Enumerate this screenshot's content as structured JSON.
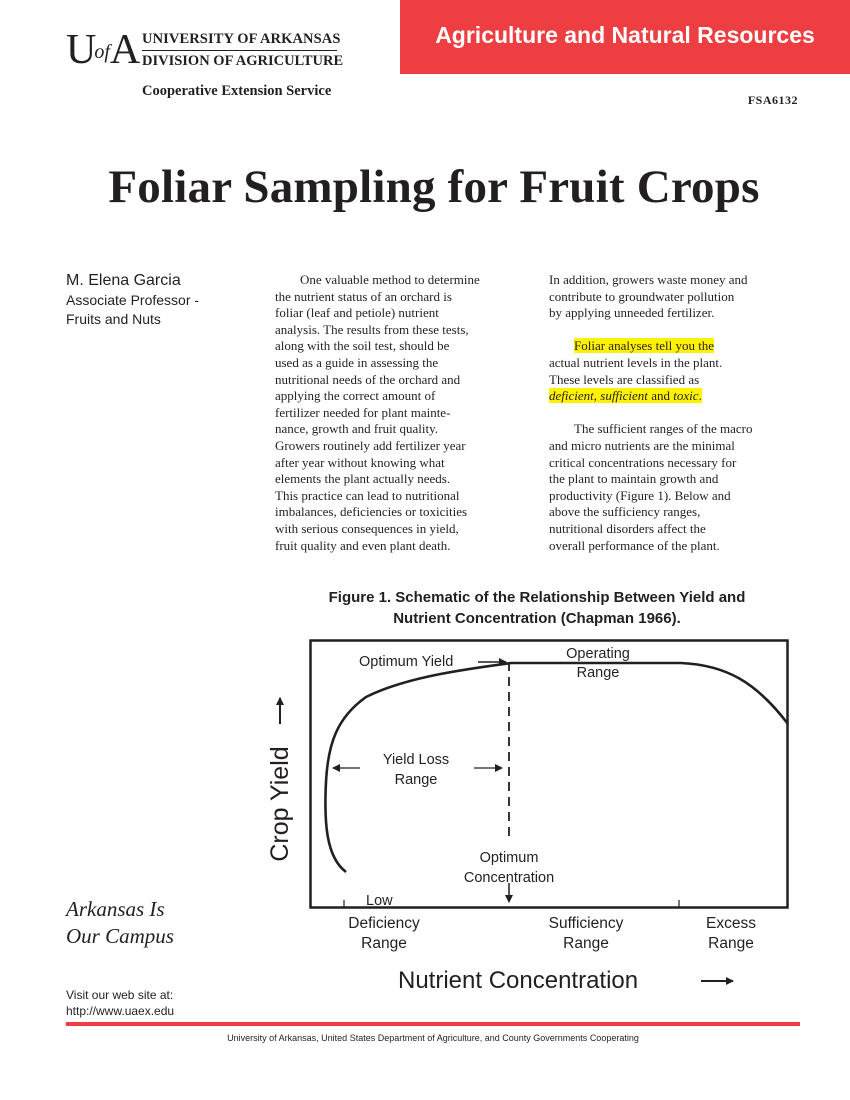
{
  "header": {
    "banner_text": "Agriculture and Natural Resources",
    "logo_mark_u": "U",
    "logo_mark_of": "of",
    "logo_mark_a": "A",
    "university": "UNIVERSITY OF ARKANSAS",
    "division": "DIVISION OF AGRICULTURE",
    "service": "Cooperative Extension Service",
    "publication_number": "FSA6132",
    "banner_color": "#ee3e42"
  },
  "title": "Foliar Sampling for Fruit Crops",
  "author": {
    "name": "M. Elena Garcia",
    "role_line1": "Associate Professor -",
    "role_line2": "Fruits and Nuts"
  },
  "body": {
    "col1_lines": [
      "One valuable method to determine",
      "the nutrient status of an orchard is",
      "foliar (leaf and petiole) nutrient",
      "analysis. The results from these tests,",
      "along with the soil test, should be",
      "used as a guide in assessing the",
      "nutritional needs of the orchard and",
      "applying the correct amount of",
      "fertilizer needed for plant mainte-",
      "nance, growth and fruit quality.",
      "Growers routinely add fertilizer year",
      "after year without knowing what",
      "elements the plant actually needs.",
      "This practice can lead to nutritional",
      "imbalances, deficiencies or toxicities",
      "with serious consequences in yield,",
      "fruit quality and even plant death."
    ],
    "col2_p1_lines": [
      "In addition, growers waste money and",
      "contribute to groundwater pollution",
      "by applying unneeded fertilizer."
    ],
    "col2_p2": {
      "line1": "Foliar analyses tell you the",
      "line2": "actual nutrient levels in the plant.",
      "line3": "These levels are classified as",
      "term1": "deficient",
      "sep1": ", ",
      "term2": "sufficient",
      "and": " and ",
      "term3": "toxic",
      "end": "."
    },
    "col2_p3_lines": [
      "The sufficient ranges of the macro",
      "and micro nutrients are the minimal",
      "critical concentrations necessary for",
      "the plant to maintain growth and",
      "productivity (Figure 1). Below and",
      "above the sufficiency ranges,",
      "nutritional disorders affect the",
      "overall performance of the plant."
    ],
    "highlight_color": "#fff200"
  },
  "figure": {
    "caption_line1": "Figure 1. Schematic of the Relationship Between Yield and",
    "caption_line2": "Nutrient Concentration (Chapman 1966).",
    "labels": {
      "optimum_yield": "Optimum Yield",
      "operating_1": "Operating",
      "operating_2": "Range",
      "yield_loss_1": "Yield Loss",
      "yield_loss_2": "Range",
      "optimum_conc_1": "Optimum",
      "optimum_conc_2": "Concentration",
      "low": "Low",
      "deficiency_1": "Deficiency",
      "deficiency_2": "Range",
      "sufficiency_1": "Sufficiency",
      "sufficiency_2": "Range",
      "excess_1": "Excess",
      "excess_2": "Range",
      "y_axis": "Crop Yield",
      "x_axis": "Nutrient Concentration"
    }
  },
  "sidebar": {
    "campus_line1": "Arkansas Is",
    "campus_line2": "Our Campus",
    "visit_line1": "Visit our web site at:",
    "visit_url": "http://www.uaex.edu"
  },
  "footer": {
    "text": "University of Arkansas, United States Department of Agriculture, and County Governments Cooperating"
  }
}
